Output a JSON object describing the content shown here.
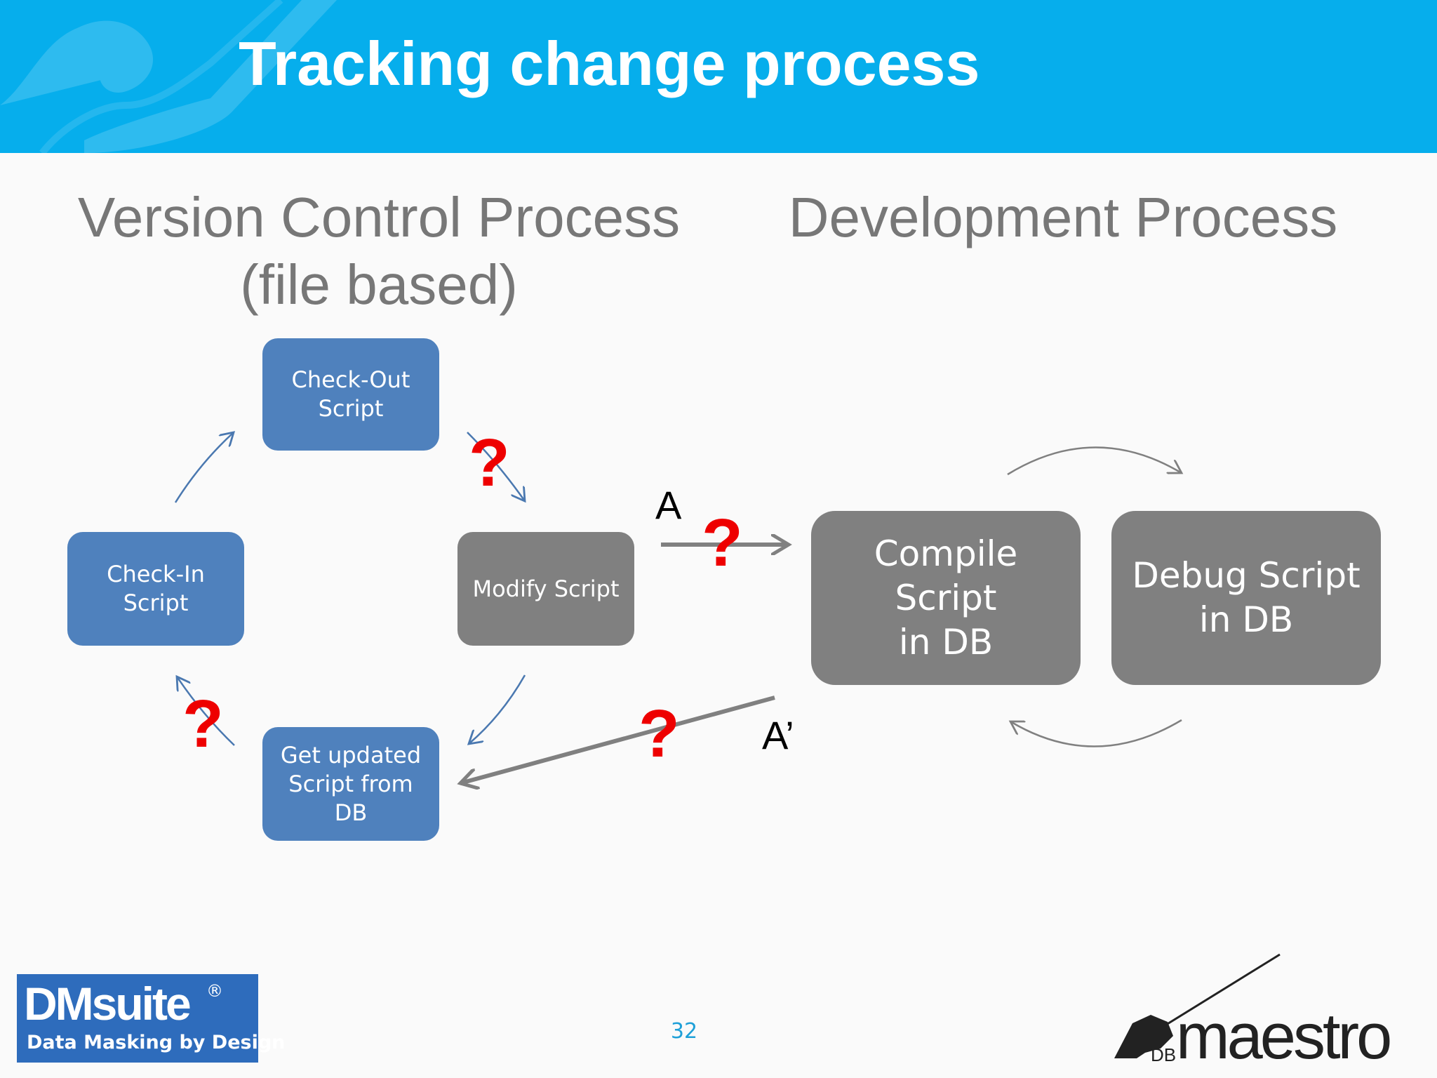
{
  "header": {
    "title": "Tracking change process",
    "background": "#06aeec"
  },
  "headings": {
    "left": [
      "Version Control Process",
      "(file based)"
    ],
    "right": "Development Process"
  },
  "version_control": {
    "checkout": [
      "Check-Out",
      "Script"
    ],
    "checkin": [
      "Check-In",
      "Script"
    ],
    "modify": "Modify Script",
    "get_updated": [
      "Get updated",
      "Script from DB"
    ]
  },
  "development": {
    "compile": [
      "Compile",
      "Script",
      "in DB"
    ],
    "debug": [
      "Debug Script",
      "in DB"
    ]
  },
  "arrow_labels": {
    "a": "A",
    "a_prime": "A’"
  },
  "question_mark": "?",
  "colors": {
    "blue_box": "#4f81bd",
    "grey_box": "#808080",
    "question": "#ee0000",
    "header": "#06aeec"
  },
  "footer": {
    "dmsuite_name": "DMsuite",
    "dmsuite_reg": "®",
    "dmsuite_tagline": "Data Masking by Design",
    "page_number": "32",
    "maestro_prefix": "DB",
    "maestro_name": "maestro"
  }
}
